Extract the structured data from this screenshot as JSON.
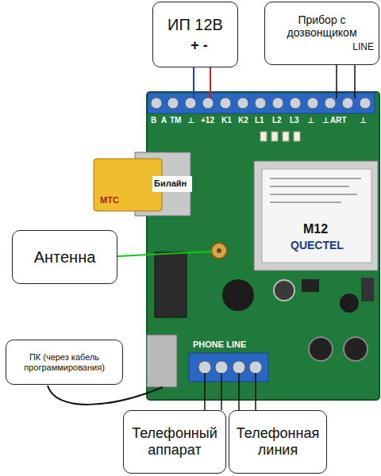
{
  "diagram": {
    "nodes": [
      {
        "text": [
          "ИП 12В",
          "+ -"
        ]
      },
      {
        "text": [
          "Прибор с дозвонщиком",
          "LINE"
        ]
      },
      {
        "text": [
          "Антенна"
        ]
      },
      {
        "text": [
          "ПК (через кабель программирования)"
        ]
      },
      {
        "text": [
          "Телефонный аппарат"
        ]
      },
      {
        "text": [
          "Телефонная линия"
        ]
      }
    ],
    "labels": [
      "B",
      "A",
      "TM",
      "⊥",
      "+12",
      "K1",
      "K2",
      "L1",
      "L2",
      "L3",
      "⊥",
      "⊥",
      "ART",
      "⊥",
      "Билайн",
      "МТС",
      "M12",
      "QUECTEL",
      "PHONE LINE"
    ]
  }
}
